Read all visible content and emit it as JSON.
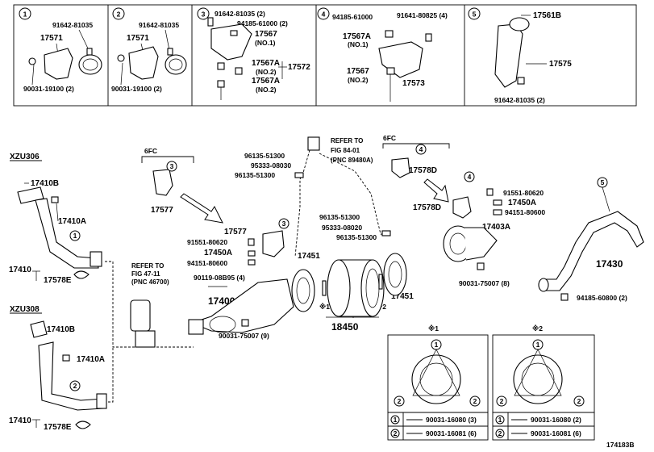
{
  "detail_boxes": [
    {
      "number": "1",
      "labels": [
        "91642-81035",
        "17571",
        "90031-19100 (2)"
      ]
    },
    {
      "number": "2",
      "labels": [
        "91642-81035",
        "17571",
        "90031-19100 (2)"
      ]
    },
    {
      "number": "3",
      "labels": [
        "91642-81035 (2)",
        "94185-61000 (2)",
        "17567",
        "(NO.1)",
        "17567A",
        "(NO.2)",
        "17567A",
        "(NO.2)",
        "17572"
      ]
    },
    {
      "number": "4",
      "labels": [
        "94185-61000",
        "91641-80825 (4)",
        "17567A",
        "(NO.1)",
        "17567",
        "(NO.2)",
        "17573"
      ]
    },
    {
      "number": "5",
      "labels": [
        "17561B",
        "17575",
        "91642-81035 (2)"
      ]
    }
  ],
  "engine_labels": [
    "XZU306",
    "XZU308"
  ],
  "groups": [
    "6FC",
    "6FC"
  ],
  "refer_notes": [
    {
      "line1": "REFER TO",
      "line2": "FIG 47-11",
      "line3": "(PNC 46700)"
    },
    {
      "line1": "REFER TO",
      "line2": "FIG 84-01",
      "line3": "(PNC 89480A)"
    }
  ],
  "parts": {
    "p17410B_a": "17410B",
    "p17410A_a": "17410A",
    "p17410_a": "17410",
    "p17578E_a": "17578E",
    "p17410B_b": "17410B",
    "p17410A_b": "17410A",
    "p17410_b": "17410",
    "p17578E_b": "17578E",
    "p17577_a": "17577",
    "p17577_b": "17577",
    "p91551_a": "91551-80620",
    "p17450A_a": "17450A",
    "p94151_a": "94151-80600",
    "p90119": "90119-08B95 (4)",
    "p17400": "17400",
    "p90031_75007_a": "90031-75007 (9)",
    "p96135_1": "96135-51300",
    "p95333_1": "95333-08030",
    "p96135_2": "96135-51300",
    "p96135_3": "96135-51300",
    "p95333_2": "95333-08020",
    "p96135_4": "96135-51300",
    "p17451_a": "17451",
    "p17451_b": "17451",
    "p18450": "18450",
    "p17578D_a": "17578D",
    "p17578D_b": "17578D",
    "p91551_b": "91551-80620",
    "p17450A_b": "17450A",
    "p94151_b": "94151-80600",
    "p17403A": "17403A",
    "p90031_75007_b": "90031-75007 (8)",
    "p17430": "17430",
    "p94185_60800": "94185-60800 (2)"
  },
  "markers": {
    "m1": "※1",
    "m2": "※2"
  },
  "gasket_details": [
    {
      "title": "※1",
      "row1": "90031-16080 (3)",
      "row2": "90031-16081 (6)"
    },
    {
      "title": "※2",
      "row1": "90031-16080 (2)",
      "row2": "90031-16081 (6)"
    }
  ],
  "callouts": {
    "c1": "1",
    "c2": "2",
    "c3": "3",
    "c4": "4",
    "c5": "5"
  },
  "figure_code": "174183B"
}
